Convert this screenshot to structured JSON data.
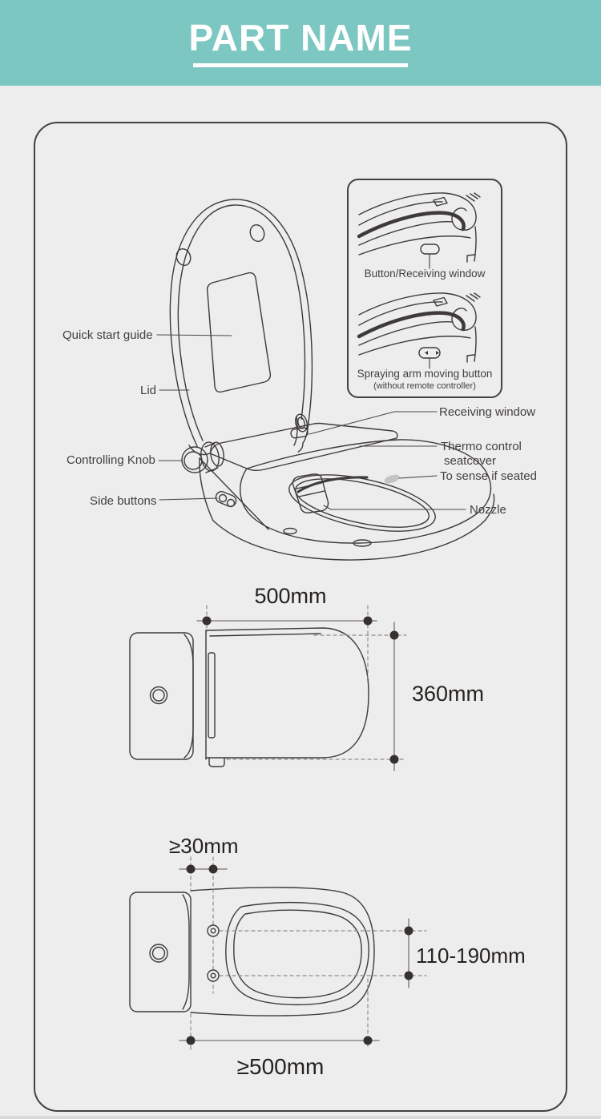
{
  "header": {
    "title": "PART NAME"
  },
  "colors": {
    "banner": "#7cc7c1",
    "background": "#ededed",
    "line": "#3e3a39",
    "sensor_spot": "#c5c3c2"
  },
  "part_labels": {
    "quick_start_guide": "Quick start guide",
    "lid": "Lid",
    "controlling_knob": "Controlling Knob",
    "side_buttons": "Side buttons",
    "receiving_window": "Receiving window",
    "thermo_control_line1": "Thermo control",
    "thermo_control_line2": "seatcover",
    "seat_sensor": "To sense if seated",
    "nozzle": "Nozzle"
  },
  "detail_inset": {
    "top_caption": "Button/Receiving window",
    "bottom_caption": "Spraying arm moving button",
    "bottom_caption_note": "(without remote controller)"
  },
  "dimensions": {
    "seat_width": "500mm",
    "seat_depth": "360mm",
    "tank_clearance": "≥30mm",
    "mounting_hole_distance": "110-190mm",
    "min_bowl_length": "≥500mm"
  }
}
